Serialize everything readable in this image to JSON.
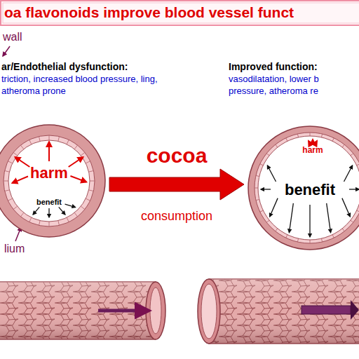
{
  "diagram": {
    "title": "oa flavonoids improve blood vessel funct",
    "nodes": [
      {
        "text": [
          "ar/Endothelial dysfunction:",
          "triction, increased blood pressure, ling, atheroma prone"
        ]
      },
      {
        "text": [
          "Improved function:",
          "vasodilatation, lower b pressure, atheroma re"
        ]
      },
      {
        "text": [
          "harm",
          "benefit"
        ]
      },
      {
        "text": [
          "harm",
          "benefit"
        ]
      }
    ],
    "edges": [
      {
        "from": 2,
        "to": 3,
        "arrow": "to",
        "label": "cocoa"
      }
    ],
    "labels": [
      "wall",
      "lium",
      "consumption"
    ]
  }
}
